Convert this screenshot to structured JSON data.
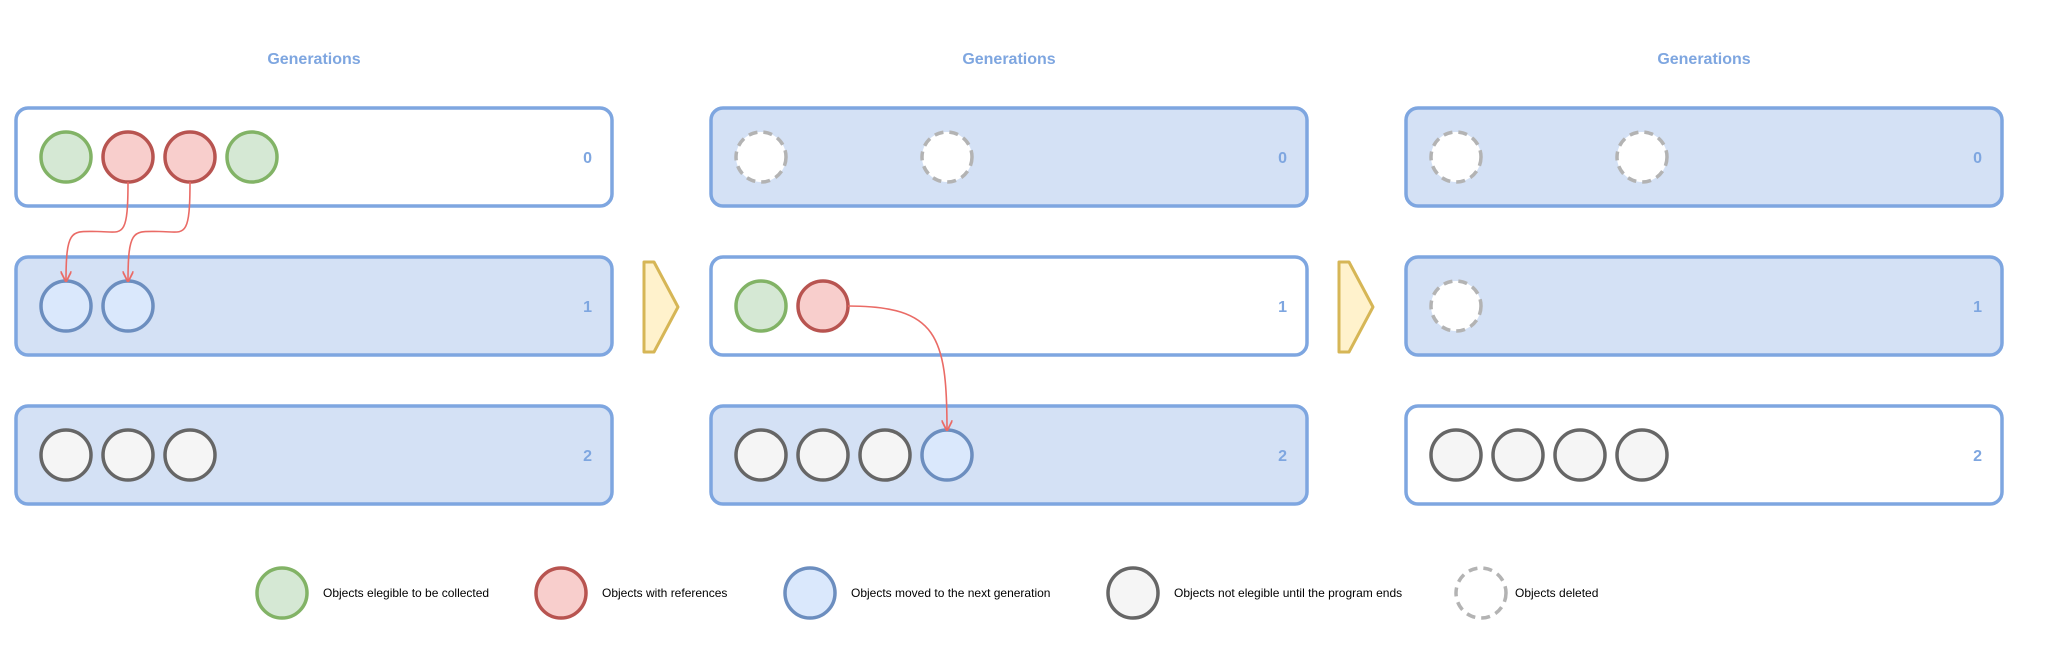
{
  "colors": {
    "box_stroke": "#7ea6e0",
    "box_fill_active": "#d4e1f5",
    "box_fill_empty": "#ffffff",
    "arrow": "#ea6b66",
    "chevron_fill": "#fff2cc",
    "chevron_stroke": "#d6b656",
    "obj_fill": {
      "collectable": "#d5e8d4",
      "referenced": "#f8cecc",
      "moved": "#dae8fc",
      "permanent": "#f5f5f5",
      "deleted": "#ffffff"
    },
    "obj_stroke": {
      "collectable": "#82b366",
      "referenced": "#b85450",
      "moved": "#6c8ebf",
      "permanent": "#666666",
      "deleted": "#b3b3b3"
    }
  },
  "stages": [
    {
      "title": "Generations",
      "rows": [
        {
          "label": "0",
          "filled": false,
          "objects": [
            "collectable",
            "referenced",
            "referenced",
            "collectable"
          ]
        },
        {
          "label": "1",
          "filled": true,
          "objects": [
            "moved",
            "moved"
          ]
        },
        {
          "label": "2",
          "filled": true,
          "objects": [
            "permanent",
            "permanent",
            "permanent"
          ]
        }
      ],
      "arrows": [
        {
          "from": [
            0,
            1
          ],
          "to": [
            1,
            0
          ]
        },
        {
          "from": [
            0,
            2
          ],
          "to": [
            1,
            1
          ]
        }
      ]
    },
    {
      "title": "Generations",
      "rows": [
        {
          "label": "0",
          "filled": true,
          "objects": [
            "deleted",
            null,
            null,
            "deleted"
          ]
        },
        {
          "label": "1",
          "filled": false,
          "objects": [
            "collectable",
            "referenced"
          ]
        },
        {
          "label": "2",
          "filled": true,
          "objects": [
            "permanent",
            "permanent",
            "permanent",
            "moved"
          ]
        }
      ],
      "arrows": [
        {
          "from": [
            1,
            1
          ],
          "to": [
            2,
            3
          ]
        }
      ]
    },
    {
      "title": "Generations",
      "rows": [
        {
          "label": "0",
          "filled": true,
          "objects": [
            "deleted",
            null,
            null,
            "deleted"
          ]
        },
        {
          "label": "1",
          "filled": true,
          "objects": [
            "deleted"
          ]
        },
        {
          "label": "2",
          "filled": false,
          "objects": [
            "permanent",
            "permanent",
            "permanent",
            "permanent"
          ]
        }
      ],
      "arrows": []
    }
  ],
  "legend": [
    {
      "kind": "collectable",
      "label": "Objects elegible to be collected"
    },
    {
      "kind": "referenced",
      "label": "Objects with references"
    },
    {
      "kind": "moved",
      "label": "Objects moved to the next generation"
    },
    {
      "kind": "permanent",
      "label": "Objects not elegible until the program ends"
    },
    {
      "kind": "deleted",
      "label": "Objects deleted"
    }
  ]
}
